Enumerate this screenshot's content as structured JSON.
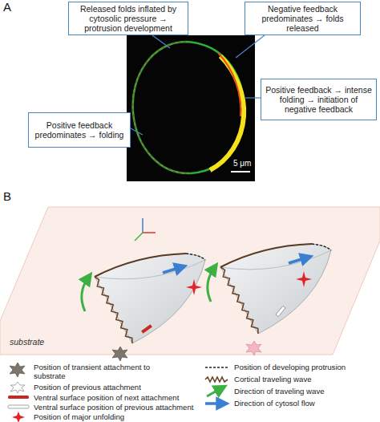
{
  "diagram": {
    "nodes": [
      {
        "text": [
          "Released folds inflated by cytosolic pressure → protrusion development"
        ]
      },
      {
        "text": [
          "Negative feedback predominates → folds released"
        ]
      },
      {
        "text": [
          "Positive feedback → intense folding → initiation of negative feedback"
        ]
      },
      {
        "text": [
          "Positive feedback predominates → folding"
        ]
      }
    ],
    "edges": [],
    "labels": [
      "A",
      "5 μm",
      "B",
      "substrate"
    ],
    "legend": [
      {
        "text": "Position of transient attachment to substrate"
      },
      {
        "text": "Position of previous attachment"
      },
      {
        "text": "Ventral surface position of next attachment"
      },
      {
        "text": "Ventral surface position of previous attachment"
      },
      {
        "text": "Position of major unfolding"
      },
      {
        "text": "Position of developing protrusion"
      },
      {
        "text": "Cortical traveling wave"
      },
      {
        "text": "Direction of traveling wave"
      },
      {
        "text": "Direction of cytosol flow"
      }
    ]
  }
}
